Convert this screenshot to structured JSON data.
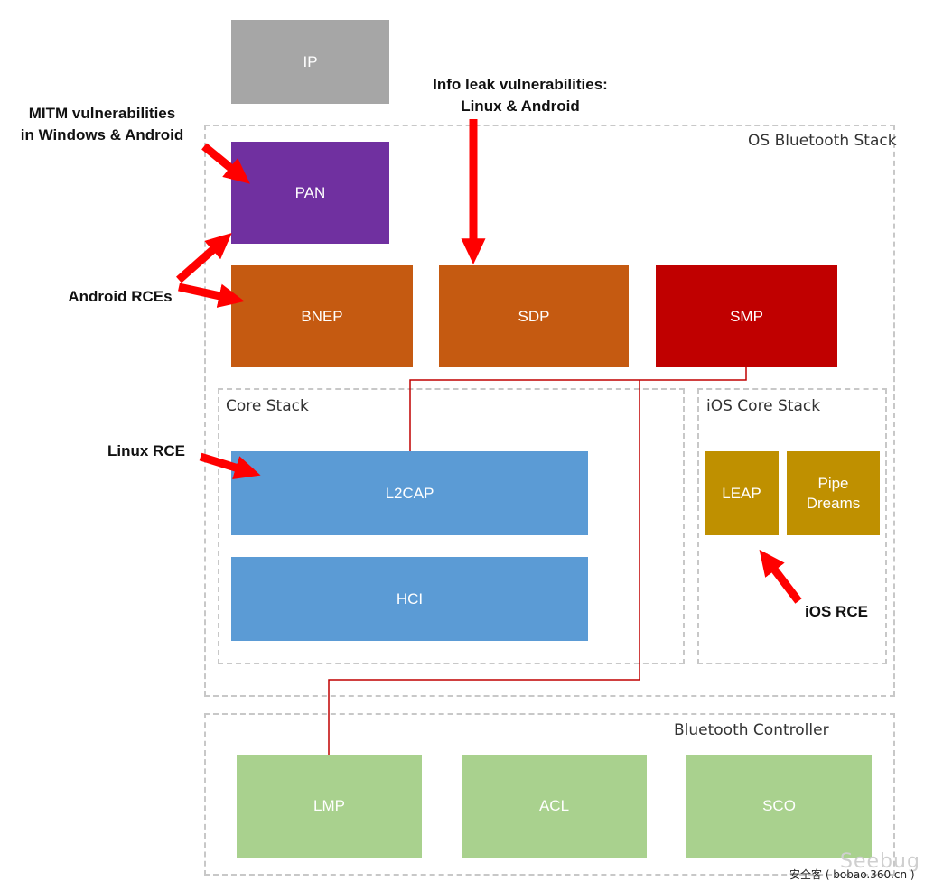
{
  "regions": {
    "os_stack": "OS Bluetooth Stack",
    "core_stack": "Core Stack",
    "ios_core_stack": "iOS Core Stack",
    "controller": "Bluetooth Controller"
  },
  "blocks": {
    "ip": {
      "label": "IP",
      "color": "#a6a6a6"
    },
    "pan": {
      "label": "PAN",
      "color": "#7030a0"
    },
    "bnep": {
      "label": "BNEP",
      "color": "#c55a11"
    },
    "sdp": {
      "label": "SDP",
      "color": "#c55a11"
    },
    "smp": {
      "label": "SMP",
      "color": "#c00000"
    },
    "l2cap": {
      "label": "L2CAP",
      "color": "#5b9bd5"
    },
    "hci": {
      "label": "HCI",
      "color": "#5b9bd5"
    },
    "leap": {
      "label": "LEAP",
      "color": "#bf9000"
    },
    "pipe_dreams": {
      "label": "Pipe Dreams",
      "color": "#bf9000"
    },
    "lmp": {
      "label": "LMP",
      "color": "#a9d18e"
    },
    "acl": {
      "label": "ACL",
      "color": "#a9d18e"
    },
    "sco": {
      "label": "SCO",
      "color": "#a9d18e"
    }
  },
  "annotations": {
    "mitm": [
      "MITM vulnerabilities",
      "in Windows & Android"
    ],
    "info_leak": [
      "Info leak vulnerabilities:",
      "Linux & Android"
    ],
    "android_rce": "Android RCEs",
    "linux_rce": "Linux RCE",
    "ios_rce": "iOS RCE"
  },
  "colors": {
    "arrow": "#ff0000",
    "connector": "#c00000",
    "dashed_border": "#c8c8c8"
  },
  "watermark": {
    "brand": "Seebug",
    "site": "安全客 ( bobao.360.cn )"
  }
}
